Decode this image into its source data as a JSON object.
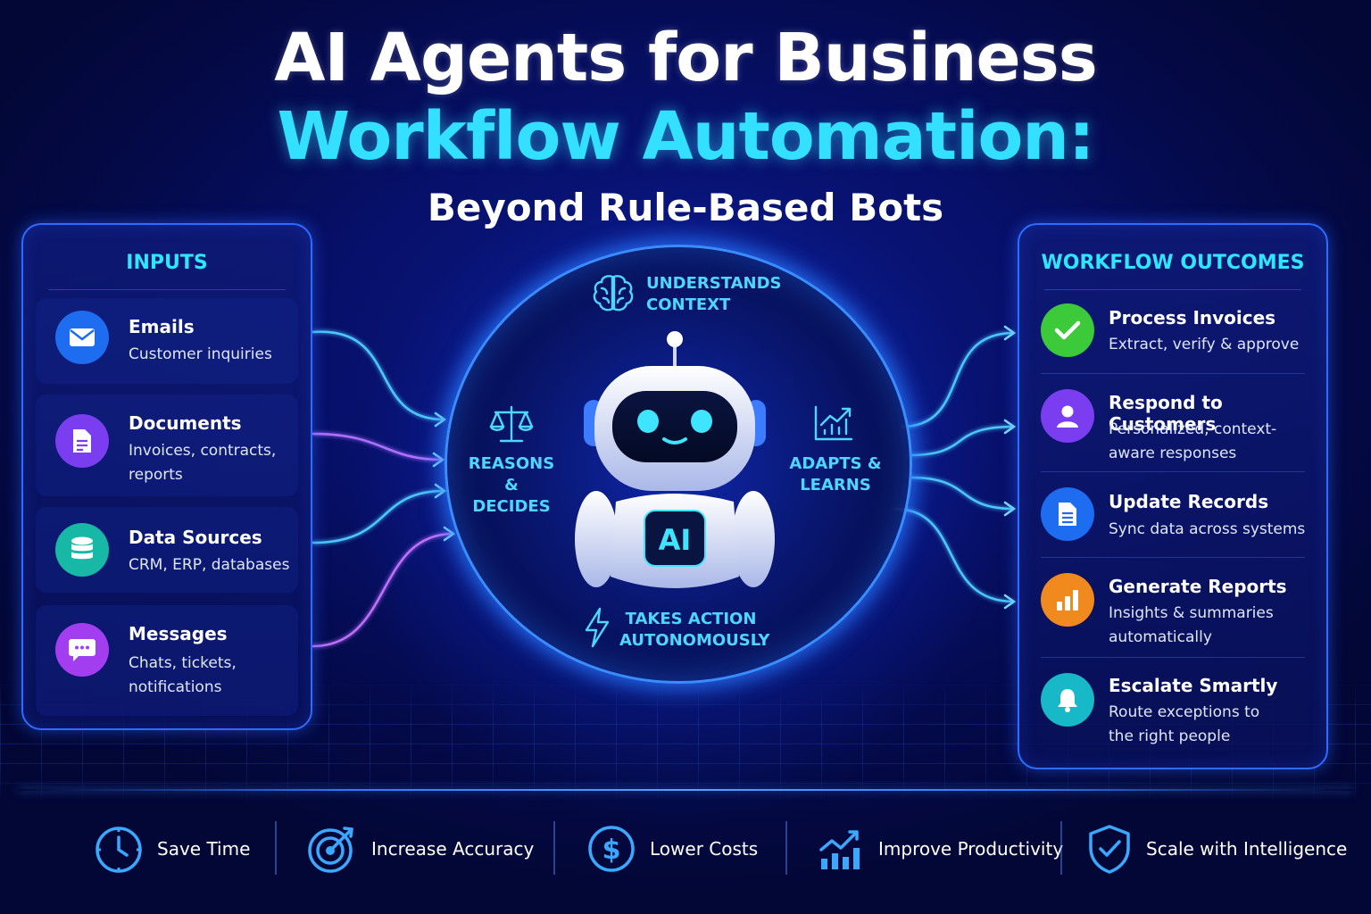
{
  "header": {
    "line1": "AI Agents for Business",
    "line2": "Workflow Automation:",
    "line3": "Beyond Rule-Based Bots"
  },
  "inputs": {
    "title": "INPUTS",
    "items": [
      {
        "title": "Emails",
        "desc": "Customer inquiries",
        "icon": "envelope-icon",
        "color": "#1e6cf0"
      },
      {
        "title": "Documents",
        "desc": "Invoices, contracts, reports",
        "icon": "document-icon",
        "color": "#7a3df0"
      },
      {
        "title": "Data Sources",
        "desc": "CRM, ERP, databases",
        "icon": "database-icon",
        "color": "#17b8a6"
      },
      {
        "title": "Messages",
        "desc": "Chats, tickets, notifications",
        "icon": "chat-bubble-icon",
        "color": "#a23ef0"
      }
    ]
  },
  "agent": {
    "badge": "AI",
    "capabilities": {
      "top": "UNDERSTANDS CONTEXT",
      "left": "REASONS & DECIDES",
      "right": "ADAPTS & LEARNS",
      "bottom": "TAKES ACTION AUTONOMOUSLY"
    }
  },
  "outcomes": {
    "title": "WORKFLOW OUTCOMES",
    "items": [
      {
        "title": "Process Invoices",
        "desc": "Extract, verify & approve",
        "icon": "checkmark-icon",
        "color": "#3cc93a"
      },
      {
        "title": "Respond to Customers",
        "desc": "Personalized, context-aware responses",
        "icon": "user-icon",
        "color": "#7a3df0"
      },
      {
        "title": "Update Records",
        "desc": "Sync data across systems",
        "icon": "document-icon",
        "color": "#1e6cf0"
      },
      {
        "title": "Generate Reports",
        "desc": "Insights & summaries automatically",
        "icon": "bar-chart-icon",
        "color": "#f08a1e"
      },
      {
        "title": "Escalate Smartly",
        "desc": "Route exceptions to the right people",
        "icon": "bell-icon",
        "color": "#17b8c8"
      }
    ]
  },
  "benefits": [
    {
      "label": "Save Time",
      "icon": "clock-icon"
    },
    {
      "label": "Increase Accuracy",
      "icon": "target-icon"
    },
    {
      "label": "Lower Costs",
      "icon": "dollar-icon"
    },
    {
      "label": "Improve Productivity",
      "icon": "growth-chart-icon"
    },
    {
      "label": "Scale with Intelligence",
      "icon": "shield-check-icon"
    }
  ],
  "colors": {
    "accent": "#33e0ff",
    "panel_border": "#2f6bff",
    "background": "#07106a"
  }
}
